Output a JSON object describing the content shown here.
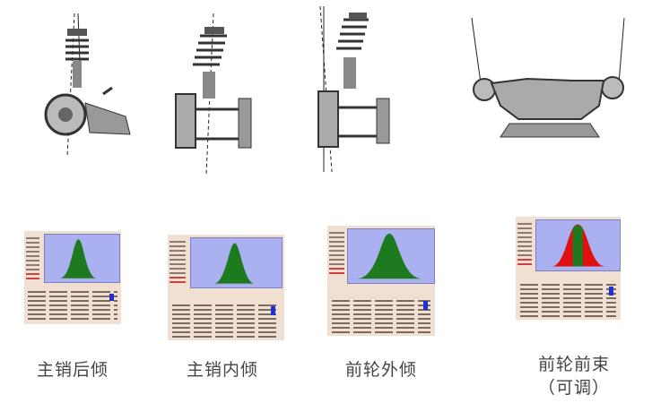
{
  "figures": [
    {
      "label": "主销后倾",
      "distribution": "single"
    },
    {
      "label": "主销内倾",
      "distribution": "single"
    },
    {
      "label": "前轮外倾",
      "distribution": "single"
    },
    {
      "label": "前轮前束",
      "sublabel": "（可调）",
      "distribution": "split"
    }
  ],
  "colors": {
    "plot_bg": "#aab0f0",
    "panel_bg": "#f1e0d2",
    "in_spec": "#1e7a1e",
    "out_spec": "#e01010"
  }
}
